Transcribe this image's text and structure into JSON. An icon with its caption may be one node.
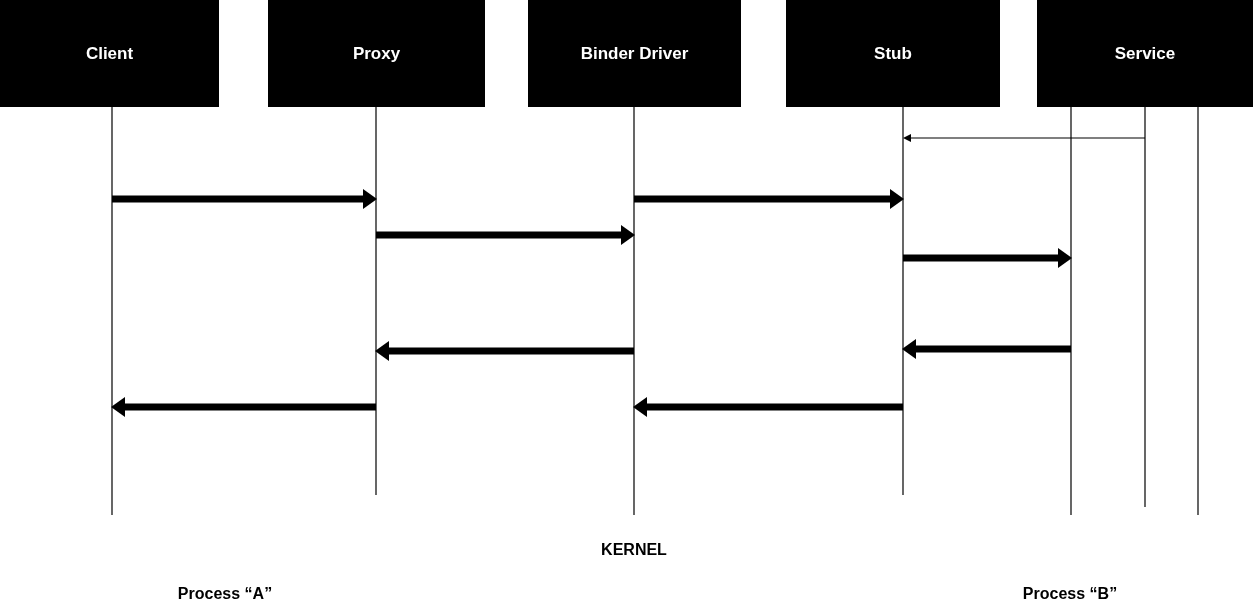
{
  "diagram": {
    "nodes": [
      {
        "text": [
          "Client"
        ]
      },
      {
        "text": [
          "Proxy"
        ]
      },
      {
        "text": [
          "Binder Driver"
        ]
      },
      {
        "text": [
          "Stub"
        ]
      },
      {
        "text": [
          "Service"
        ]
      }
    ],
    "edges": [
      {
        "from": 4,
        "to": 3,
        "arrow": "to"
      },
      {
        "from": 0,
        "to": 1,
        "arrow": "to"
      },
      {
        "from": 2,
        "to": 3,
        "arrow": "to"
      },
      {
        "from": 1,
        "to": 2,
        "arrow": "to"
      },
      {
        "from": 3,
        "to": 4,
        "arrow": "to"
      },
      {
        "from": 4,
        "to": 3,
        "arrow": "to"
      },
      {
        "from": 2,
        "to": 1,
        "arrow": "to"
      },
      {
        "from": 1,
        "to": 0,
        "arrow": "to"
      },
      {
        "from": 3,
        "to": 2,
        "arrow": "to"
      }
    ],
    "labels": [
      "KERNEL",
      "Process “A”",
      "Process “B”"
    ]
  }
}
